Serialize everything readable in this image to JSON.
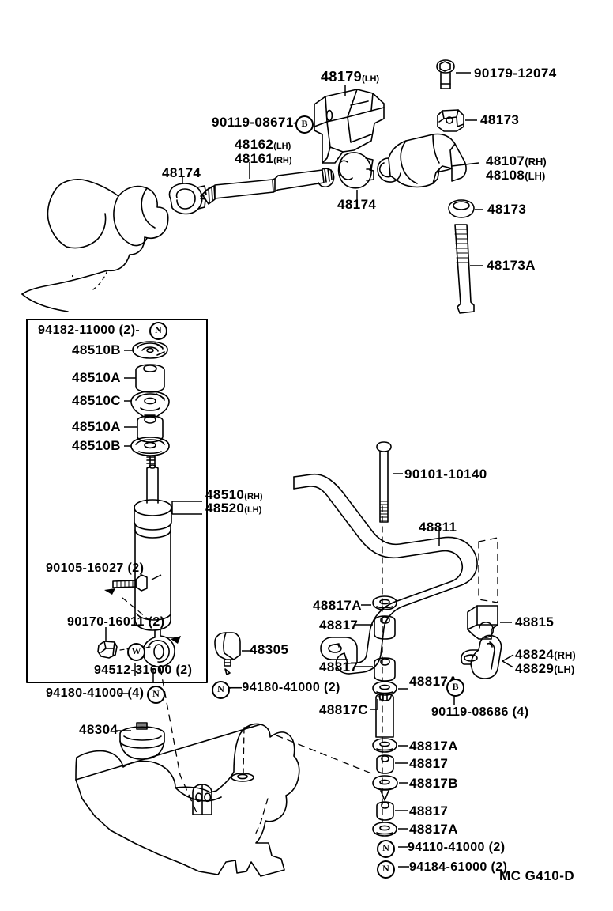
{
  "diagram": {
    "title": "Toyota Front Suspension / Stabilizer Bar Parts Diagram",
    "footer_code": "MC G410-D",
    "line_color": "#000000",
    "background": "#ffffff"
  },
  "labels": {
    "upper": [
      {
        "id": "l-48179",
        "text": "48179",
        "suffix": "(LH)"
      },
      {
        "id": "l-90119a",
        "text": "90119-08671",
        "mark": "B"
      },
      {
        "id": "l-48162",
        "text": "48162",
        "suffix": "(LH)"
      },
      {
        "id": "l-48161",
        "text": "48161",
        "suffix": "(RH)"
      },
      {
        "id": "l-48174a",
        "text": "48174"
      },
      {
        "id": "l-48174b",
        "text": "48174"
      },
      {
        "id": "l-90179",
        "text": "90179-12074"
      },
      {
        "id": "l-48173a",
        "text": "48173"
      },
      {
        "id": "l-48107",
        "text": "48107",
        "suffix": "(RH)"
      },
      {
        "id": "l-48108",
        "text": "48108",
        "suffix": "(LH)"
      },
      {
        "id": "l-48173b",
        "text": "48173"
      },
      {
        "id": "l-48173A",
        "text": "48173A"
      }
    ],
    "box": [
      {
        "id": "l-94182",
        "text": "94182-11000 (2)-",
        "mark": "N"
      },
      {
        "id": "l-48510B1",
        "text": "48510B"
      },
      {
        "id": "l-48510A1",
        "text": "48510A"
      },
      {
        "id": "l-48510C",
        "text": "48510C"
      },
      {
        "id": "l-48510A2",
        "text": "48510A"
      },
      {
        "id": "l-48510B2",
        "text": "48510B"
      },
      {
        "id": "l-48510",
        "text": "48510",
        "suffix": "(RH)"
      },
      {
        "id": "l-48520",
        "text": "48520",
        "suffix": "(LH)"
      },
      {
        "id": "l-90105",
        "text": "90105-16027 (2)"
      },
      {
        "id": "l-90170",
        "text": "90170-16011 (2)"
      },
      {
        "id": "l-94512",
        "text": "94512-31600 (2)",
        "mark": "W"
      }
    ],
    "lower_left": [
      {
        "id": "l-94180-4",
        "text": "94180-41000 (4) -",
        "mark": "N"
      },
      {
        "id": "l-48304",
        "text": "48304"
      },
      {
        "id": "l-48305",
        "text": "48305"
      },
      {
        "id": "l-94180-2",
        "text": "94180-41000 (2)",
        "mark": "N"
      }
    ],
    "stabilizer": [
      {
        "id": "l-90101",
        "text": "90101-10140"
      },
      {
        "id": "l-48811",
        "text": "48811"
      },
      {
        "id": "l-48817A1",
        "text": "48817A"
      },
      {
        "id": "l-48817-1",
        "text": "48817"
      },
      {
        "id": "l-48817-2",
        "text": "48817"
      },
      {
        "id": "l-48817A2",
        "text": "48817A"
      },
      {
        "id": "l-48817C",
        "text": "48817C"
      },
      {
        "id": "l-48817A3",
        "text": "48817A"
      },
      {
        "id": "l-48817-3",
        "text": "48817"
      },
      {
        "id": "l-48817B",
        "text": "48817B"
      },
      {
        "id": "l-48817-4",
        "text": "48817"
      },
      {
        "id": "l-48817A4",
        "text": "48817A"
      },
      {
        "id": "l-48815",
        "text": "48815"
      },
      {
        "id": "l-48824",
        "text": "48824",
        "suffix": "(RH)"
      },
      {
        "id": "l-48829",
        "text": "48829",
        "suffix": "(LH)"
      },
      {
        "id": "l-90119b",
        "text": "90119-08686 (4)",
        "mark": "B"
      },
      {
        "id": "l-94110",
        "text": "94110-41000 (2)",
        "mark": "N"
      },
      {
        "id": "l-94184",
        "text": "94184-61000 (2)",
        "mark": "N"
      }
    ]
  },
  "marks": {
    "b": "B",
    "n": "N",
    "w": "W"
  }
}
